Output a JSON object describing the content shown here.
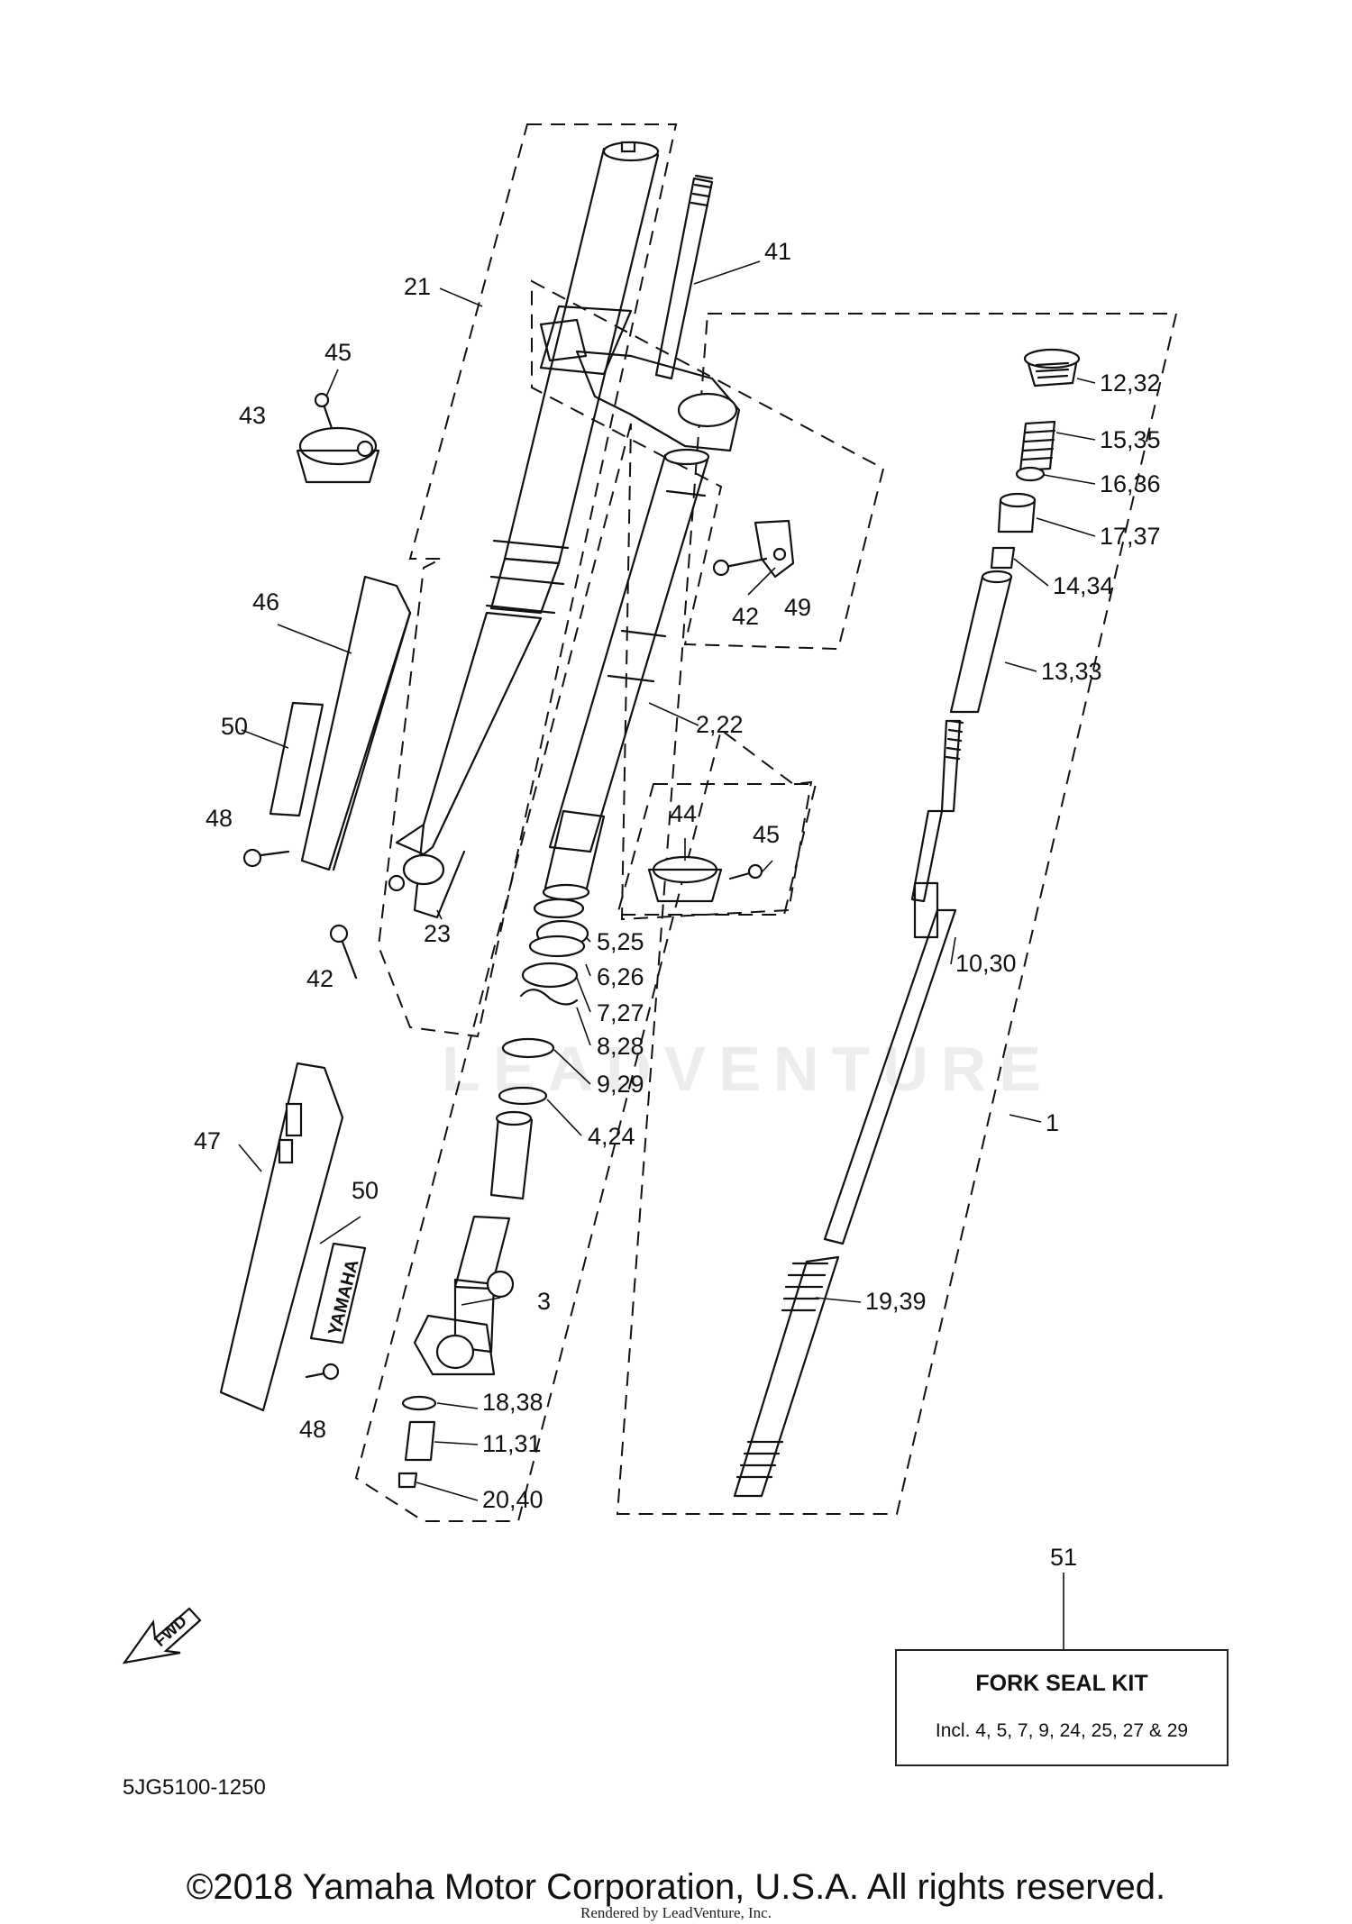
{
  "diagram": {
    "callouts": {
      "c1": "1",
      "c2_22": "2,22",
      "c3": "3",
      "c4_24": "4,24",
      "c5_25": "5,25",
      "c6_26": "6,26",
      "c7_27": "7,27",
      "c8_28": "8,28",
      "c9_29": "9,29",
      "c10_30": "10,30",
      "c11_31": "11,31",
      "c12_32": "12,32",
      "c13_33": "13,33",
      "c14_34": "14,34",
      "c15_35": "15,35",
      "c16_36": "16,36",
      "c17_37": "17,37",
      "c18_38": "18,38",
      "c19_39": "19,39",
      "c20_40": "20,40",
      "c21": "21",
      "c23": "23",
      "c41": "41",
      "c42a": "42",
      "c42b": "42",
      "c43": "43",
      "c44": "44",
      "c45a": "45",
      "c45b": "45",
      "c46": "46",
      "c47": "47",
      "c48a": "48",
      "c48b": "48",
      "c49": "49",
      "c50a": "50",
      "c50b": "50",
      "c51": "51"
    },
    "decal_text": "YAMAHA",
    "fwd_label": "FWD",
    "watermark": "LEADVENTURE"
  },
  "kit": {
    "title": "FORK SEAL KIT",
    "description": "Incl. 4, 5, 7, 9, 24, 25, 27 & 29"
  },
  "diagram_code": "5JG5100-1250",
  "footer": {
    "copyright": "©2018 Yamaha Motor Corporation, U.S.A. All rights reserved.",
    "rendered_by": "Rendered by LeadVenture, Inc."
  }
}
